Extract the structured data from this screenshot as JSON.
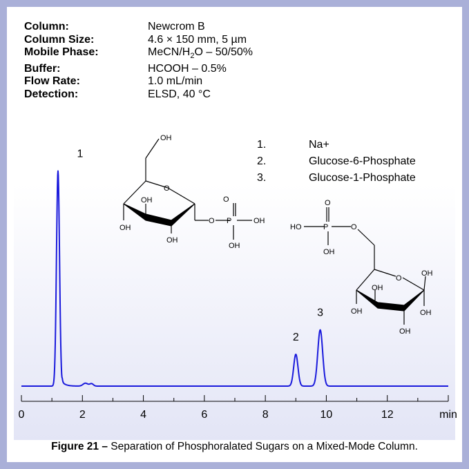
{
  "params": [
    {
      "label": "Column:",
      "value": "Newcrom B"
    },
    {
      "label": "Column Size:",
      "value": "4.6 × 150 mm, 5 µm"
    },
    {
      "label": "Mobile Phase:",
      "value_pre": "MeCN/H",
      "value_sub": "2",
      "value_post": "O – 50/50%"
    },
    {
      "label": "Buffer:",
      "value": "HCOOH – 0.5%"
    },
    {
      "label": "Flow Rate:",
      "value": "1.0 mL/min"
    },
    {
      "label": "Detection:",
      "value": "ELSD, 40 °C"
    }
  ],
  "peak_list": [
    {
      "num": "1.",
      "name": "Na+"
    },
    {
      "num": "2.",
      "name": "Glucose-6-Phosphate"
    },
    {
      "num": "3.",
      "name": "Glucose-1-Phosphate"
    }
  ],
  "caption": {
    "bold": "Figure 21 –",
    "text": " Separation of Phosphoralated Sugars on a Mixed-Mode Column."
  },
  "structure_labels": {
    "oh": "OH",
    "ho": "HO",
    "o": "O",
    "p": "P"
  },
  "chart_data": {
    "type": "line",
    "xlabel": "min",
    "xlim": [
      0,
      14
    ],
    "xticks": [
      0,
      2,
      4,
      6,
      8,
      10,
      12
    ],
    "xtick_labels": [
      "0",
      "2",
      "4",
      "6",
      "8",
      "10",
      "12"
    ],
    "line_color": "#1a1adc",
    "grid": false,
    "peaks": [
      {
        "label": "1",
        "rt": 1.2,
        "height": 0.88,
        "width": 0.05,
        "tail": 0.12
      },
      {
        "label": "2",
        "rt": 9.0,
        "height": 0.13,
        "width": 0.07,
        "tail": 0.04
      },
      {
        "label": "3",
        "rt": 9.8,
        "height": 0.23,
        "width": 0.08,
        "tail": 0.05
      }
    ],
    "baseline_bumps": [
      {
        "rt": 2.1,
        "height": 0.012,
        "width": 0.08
      },
      {
        "rt": 2.3,
        "height": 0.01,
        "width": 0.06
      }
    ]
  }
}
